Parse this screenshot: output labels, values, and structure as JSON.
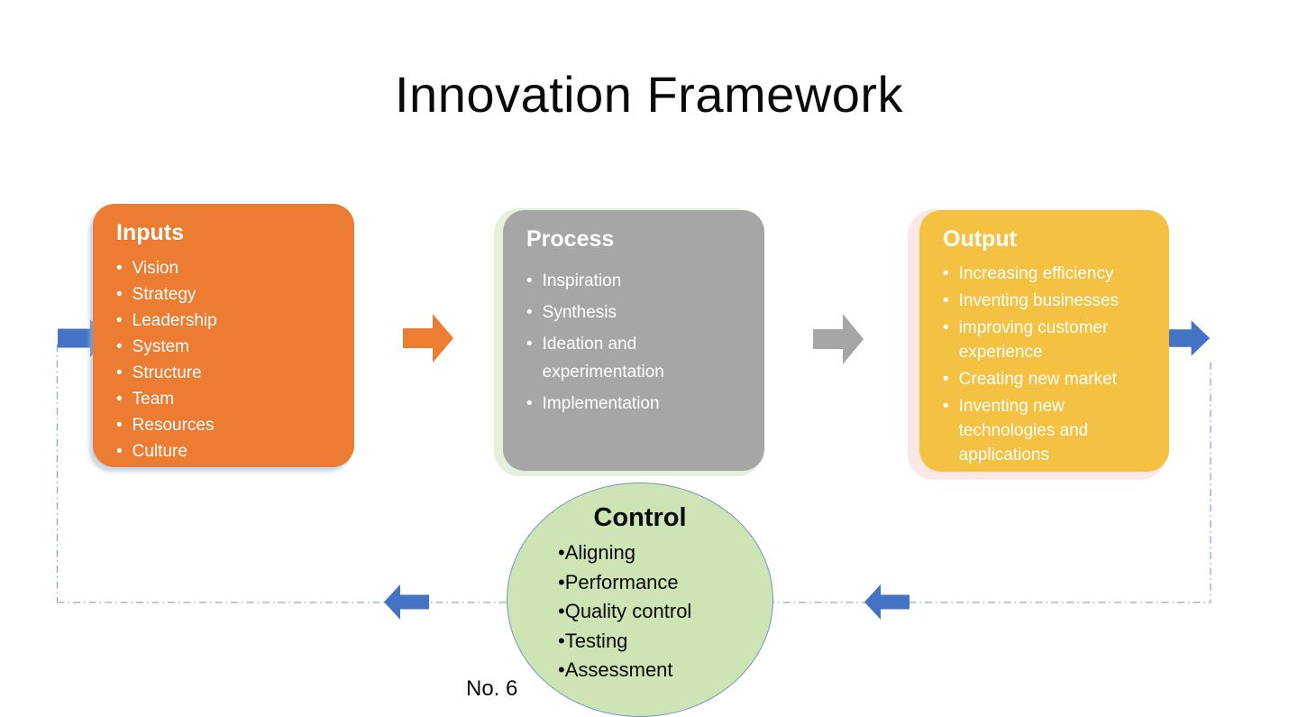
{
  "slide": {
    "title": "Innovation Framework",
    "page_number": "No. 6"
  },
  "colors": {
    "inputs_fill": "#EC7C31",
    "process_fill": "#A6A6A6",
    "output_fill": "#F5C142",
    "control_fill": "#CDE4B4",
    "control_border": "#7396C8",
    "arrow_blue": "#4472C4",
    "arrow_orange": "#ED7D31",
    "arrow_gray": "#A6A6A6",
    "loop_line": "#90A8C0",
    "box_text": "#FFFFFF",
    "dark_text": "#0A0A0A",
    "process_halo": "#E2F0DC",
    "output_halo": "#FBE8E6",
    "inputs_shadow": "#A9BBD099"
  },
  "boxes": {
    "inputs": {
      "title": "Inputs",
      "items": [
        "Vision",
        "Strategy",
        "Leadership",
        "System",
        "Structure",
        "Team",
        "Resources",
        "Culture"
      ]
    },
    "process": {
      "title": "Process",
      "items": [
        "Inspiration",
        "Synthesis",
        "Ideation and experimentation",
        "Implementation"
      ]
    },
    "output": {
      "title": "Output",
      "items": [
        "Increasing efficiency",
        "Inventing businesses",
        "improving customer experience",
        "Creating new market",
        "Inventing new technologies and applications"
      ]
    }
  },
  "control": {
    "title": "Control",
    "items": [
      "Aligning",
      "Performance",
      "Quality control",
      "Testing",
      "Assessment"
    ]
  }
}
